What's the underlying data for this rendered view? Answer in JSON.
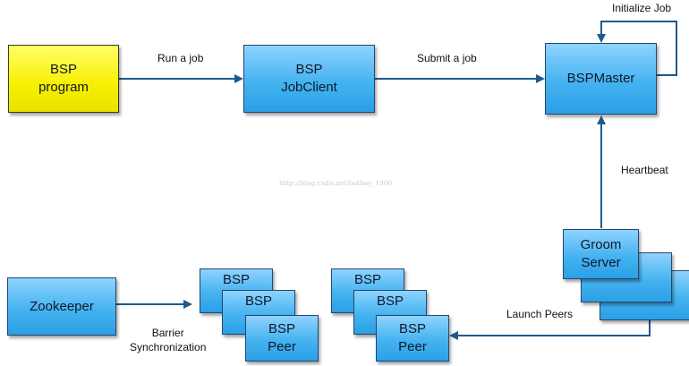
{
  "nodes": {
    "bsp_program": "BSP\nprogram",
    "bsp_jobclient": "BSP\nJobClient",
    "bspmaster": "BSPMaster",
    "zookeeper": "Zookeeper",
    "groom_server": "Groom\nServer",
    "peer_group_1": {
      "back": "BSP",
      "middle": "BSP",
      "front": "BSP\nPeer"
    },
    "peer_group_2": {
      "back": "BSP",
      "middle": "BSP",
      "front": "BSP\nPeer"
    }
  },
  "edges": {
    "run_a_job": "Run a job",
    "submit_a_job": "Submit a job",
    "initialize_job": "Initialize Job",
    "heartbeat": "Heartbeat",
    "launch_peers": "Launch Peers",
    "barrier_sync": "Barrier\nSynchronization"
  },
  "watermark": "http://blog.csdn.net/ladboy_1900",
  "colors": {
    "node_blue": "#45b3f0",
    "node_yellow": "#f6f000",
    "edge": "#1e5a8c",
    "border": "#24476e"
  }
}
